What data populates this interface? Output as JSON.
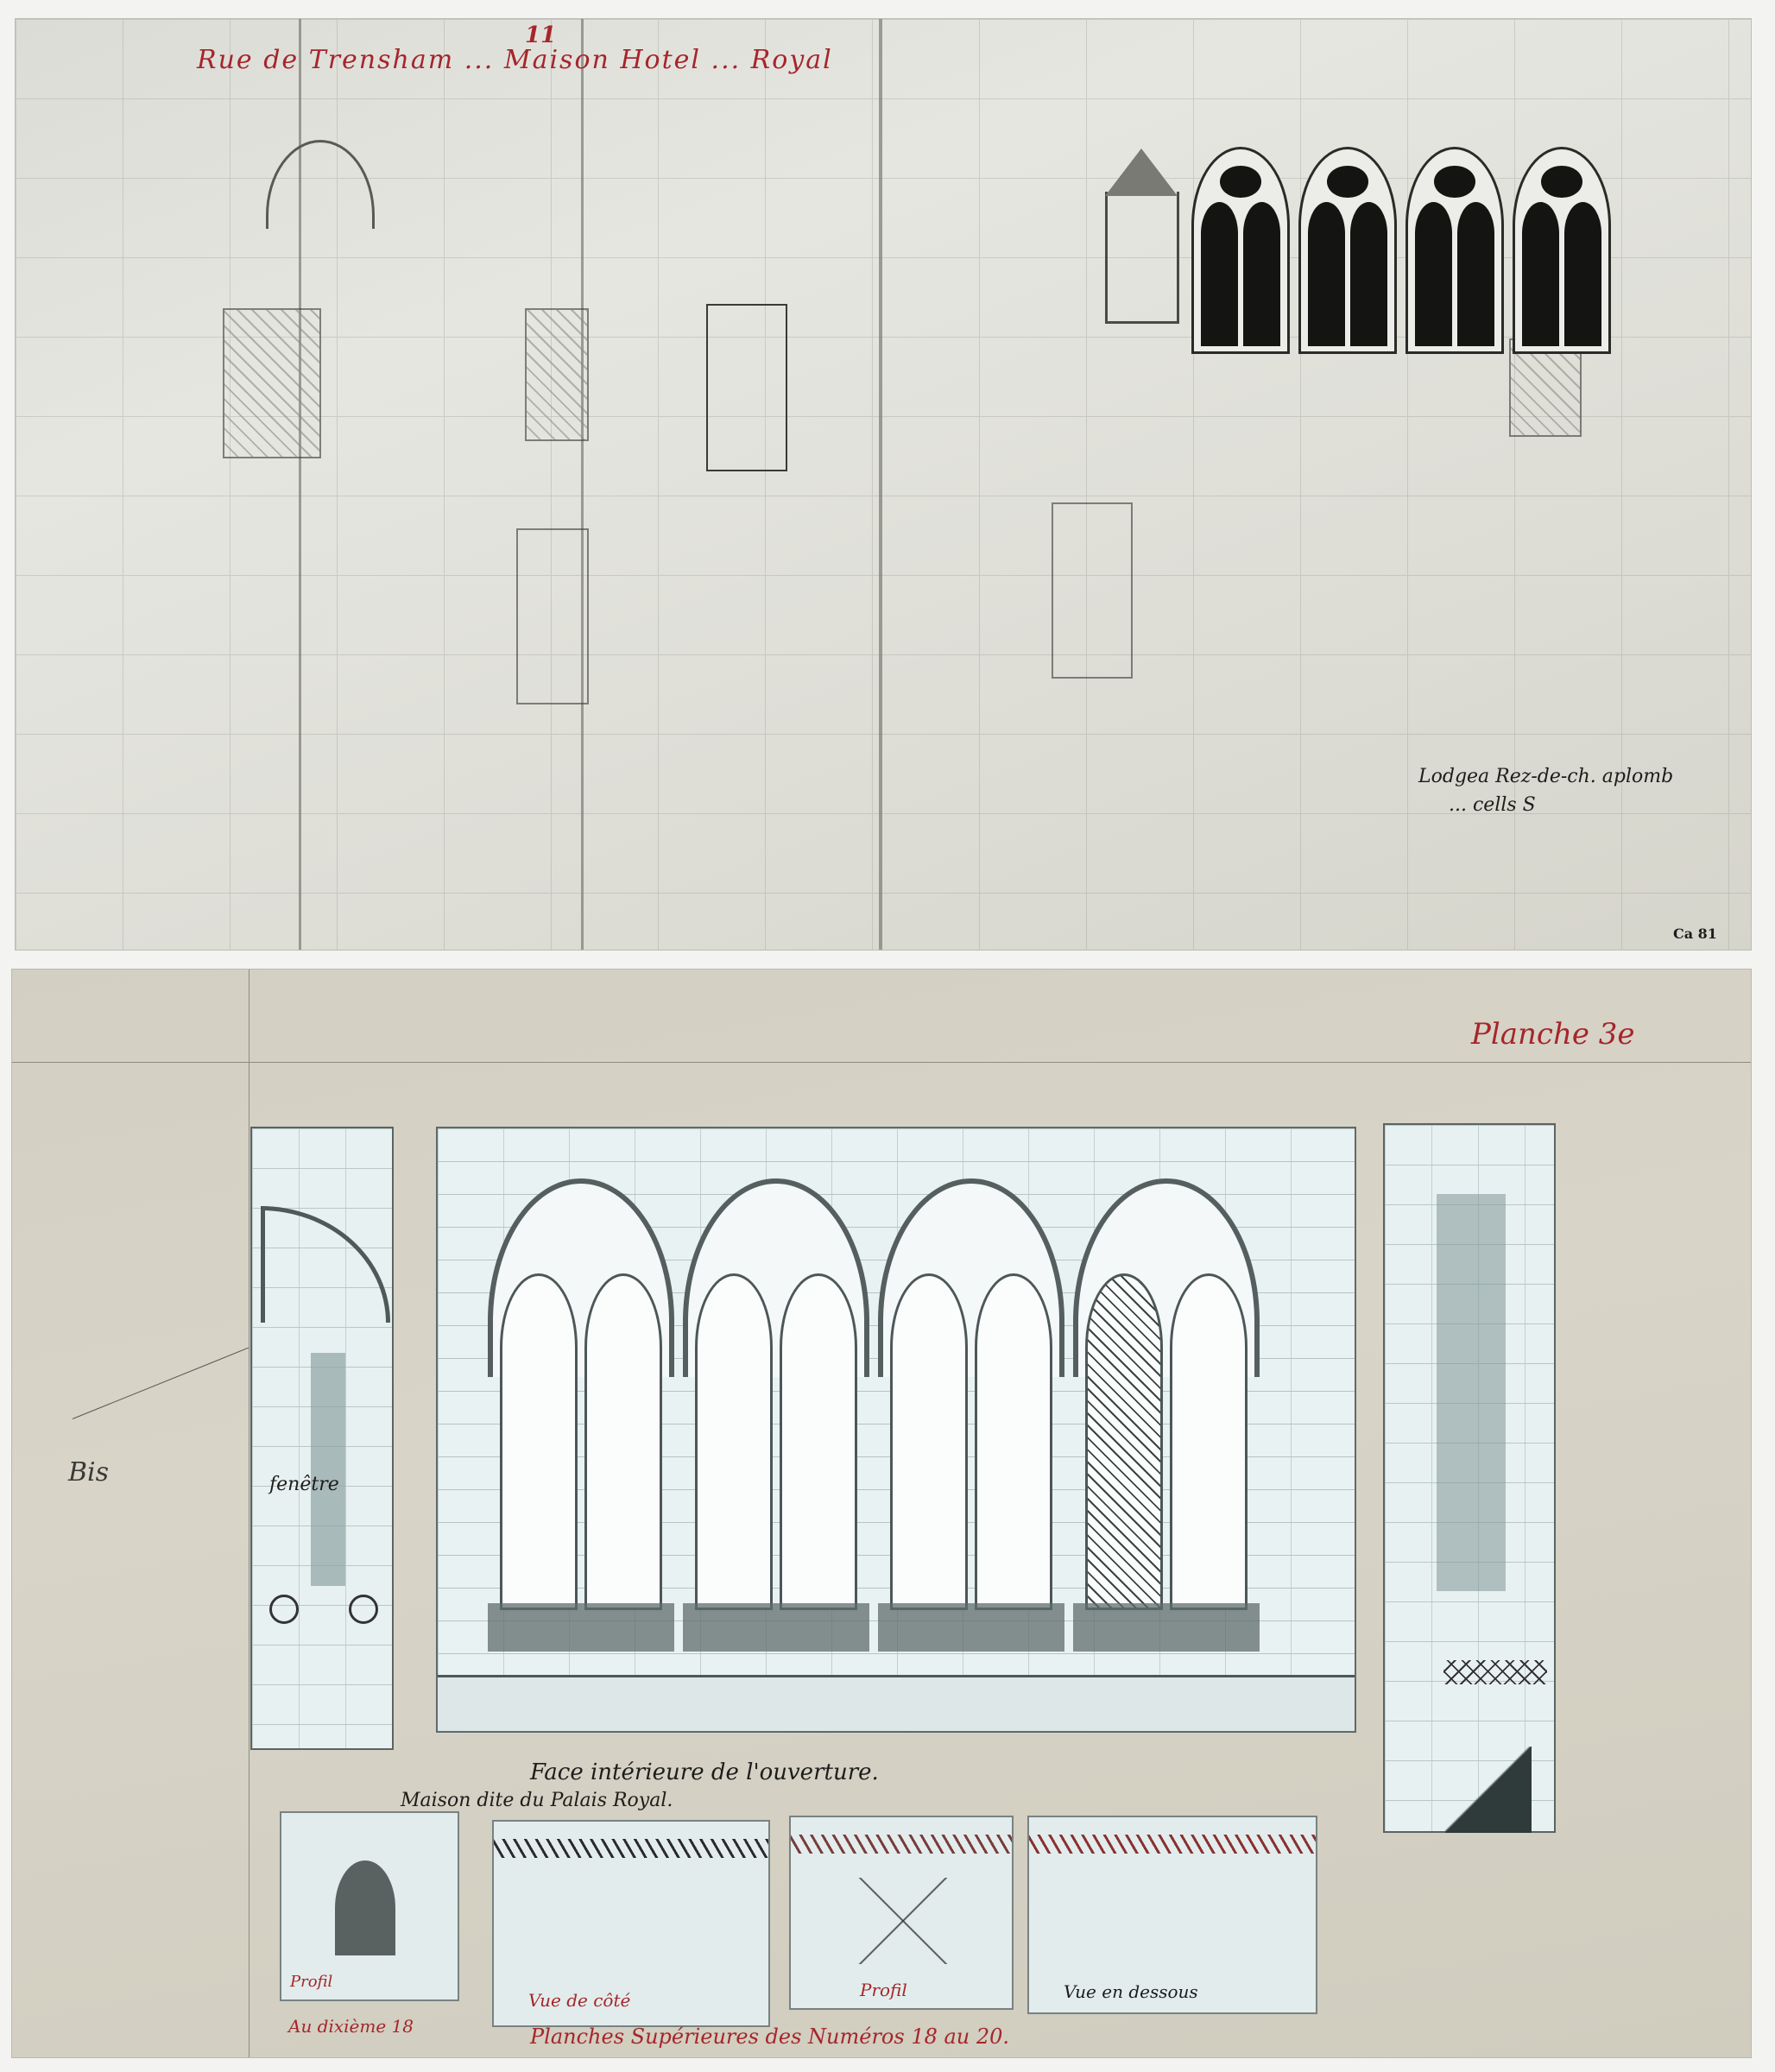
{
  "image": {
    "description": "Two historic architectural drawing sheets of a Gothic four-bay window facade",
    "sheets": [
      {
        "id": "top",
        "kind": "pencil survey elevation with measurements",
        "heading": "Rue de Trensham ... Maison Hotel ... Royal",
        "heading_mark": "11",
        "notes": [
          {
            "text": "Lodgea Rez-de-ch. aplomb",
            "position": "lower-right"
          },
          {
            "text": "... cells S",
            "position": "lower-right"
          }
        ],
        "sheet_number": "Ca 81",
        "features": [
          "four pointed Gothic window bays with dark panes",
          "gabled niche at left of windows",
          "pencil grid and dimension marks",
          "arched opening sketch at left",
          "hatched wall sections"
        ]
      },
      {
        "id": "bottom",
        "kind": "watercolour measured drawing, elevation with section and detail panels",
        "corner_label": "Planche 3e",
        "caption_line1": "Face intérieure de l'ouverture.",
        "caption_line2": "Maison dite du Palais Royal.",
        "side_note": "Bis",
        "panel_note": "fenêtre",
        "detail_captions": [
          {
            "label": "Profil",
            "panel": "arch-detail"
          },
          {
            "label": "Vue de côté",
            "panel": "side-view"
          },
          {
            "label": "Profil",
            "panel": "section-profile"
          },
          {
            "label": "Vue en dessous",
            "panel": "view-from-below"
          }
        ],
        "footer_left": "Au dixième 18",
        "footer_main": "Planches Supérieures des Numéros 18 au 20."
      }
    ]
  },
  "colors": {
    "paper_top": "#e2e2dc",
    "paper_bottom": "#d3cfc3",
    "wash_blue": "#e6f0f0",
    "ink": "#1d1d1b",
    "red_ink": "#a5262b"
  }
}
